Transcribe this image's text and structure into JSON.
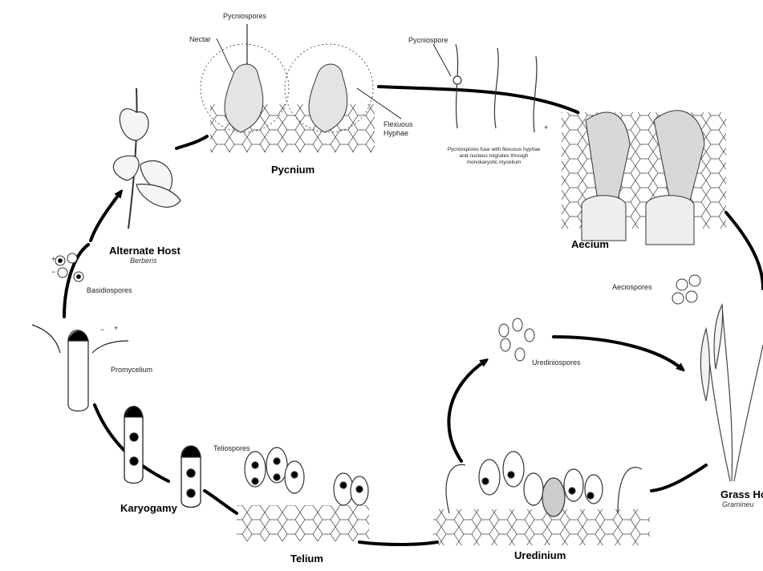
{
  "stages": {
    "pycnium": "Pycnium",
    "aecium": "Aecium",
    "grass_host": "Grass Ho",
    "grass_host_sub": "Gramineu",
    "uredinium": "Uredinium",
    "telium": "Telium",
    "karyogamy": "Karyogamy",
    "alternate_host": "Alternate Host",
    "alternate_host_sub": "Berberis"
  },
  "labels": {
    "pycniospores": "Pycniospores",
    "nectar": "Nectar",
    "pycniospore": "Pycniospore",
    "flexuous_hyphae": "Flexuous Hyphae",
    "pycnium_note": "Pycniospores fuse with flexuous hyphae and nucleus migrates through monokaryotic mycelium",
    "aeciospores": "Aeciospores",
    "urediniospores": "Urediniospores",
    "teliospores": "Teliospores",
    "promycelium": "Promycelium",
    "basidiospores": "Basidiospores"
  },
  "signs": {
    "plus": "+",
    "minus": "−"
  }
}
